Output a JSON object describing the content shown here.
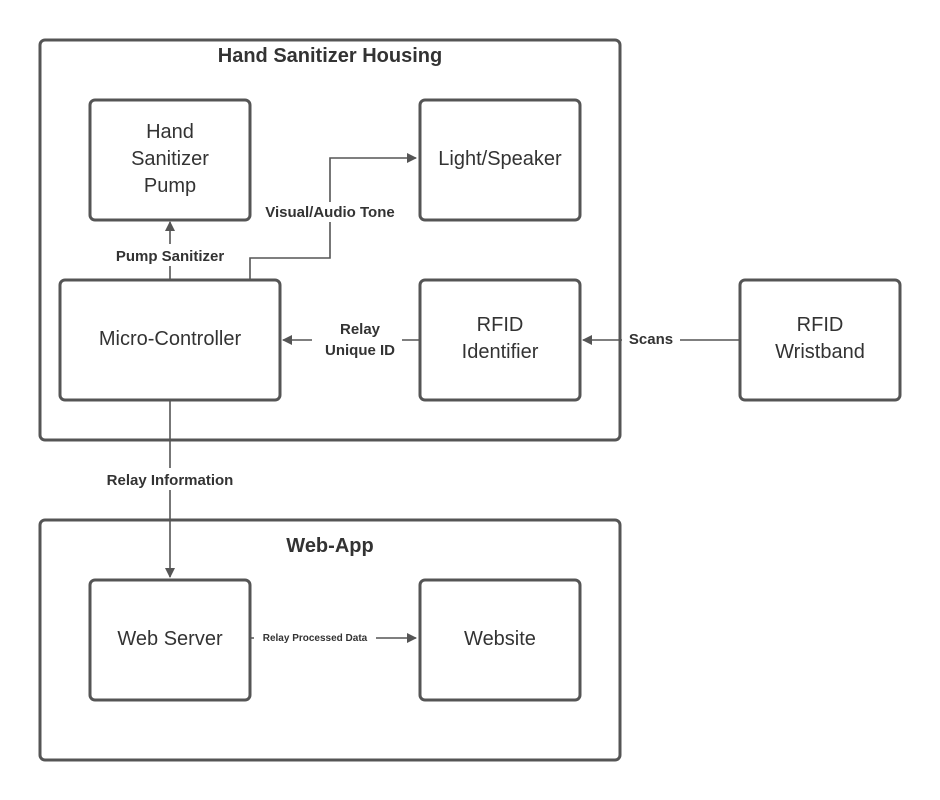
{
  "containers": {
    "housing": {
      "title": "Hand Sanitizer Housing"
    },
    "webapp": {
      "title": "Web-App"
    }
  },
  "nodes": {
    "pump": {
      "lines": [
        "Hand",
        "Sanitizer",
        "Pump"
      ]
    },
    "light": {
      "lines": [
        "Light/Speaker"
      ]
    },
    "micro": {
      "lines": [
        "Micro-Controller"
      ]
    },
    "rfid_identifier": {
      "lines": [
        "RFID",
        "Identifier"
      ]
    },
    "wristband": {
      "lines": [
        "RFID",
        "Wristband"
      ]
    },
    "web_server": {
      "lines": [
        "Web Server"
      ]
    },
    "website": {
      "lines": [
        "Website"
      ]
    }
  },
  "edges": {
    "pump_sanitizer": {
      "label": [
        "Pump Sanitizer"
      ]
    },
    "visual_audio": {
      "label": [
        "Visual/Audio Tone"
      ]
    },
    "relay_unique_id": {
      "label": [
        "Relay",
        "Unique ID"
      ]
    },
    "scans": {
      "label": [
        "Scans"
      ]
    },
    "relay_information": {
      "label": [
        "Relay Information"
      ]
    },
    "relay_processed": {
      "label": [
        "Relay Processed Data"
      ]
    }
  },
  "colors": {
    "stroke": "#555555",
    "text": "#333333",
    "background": "#ffffff"
  }
}
